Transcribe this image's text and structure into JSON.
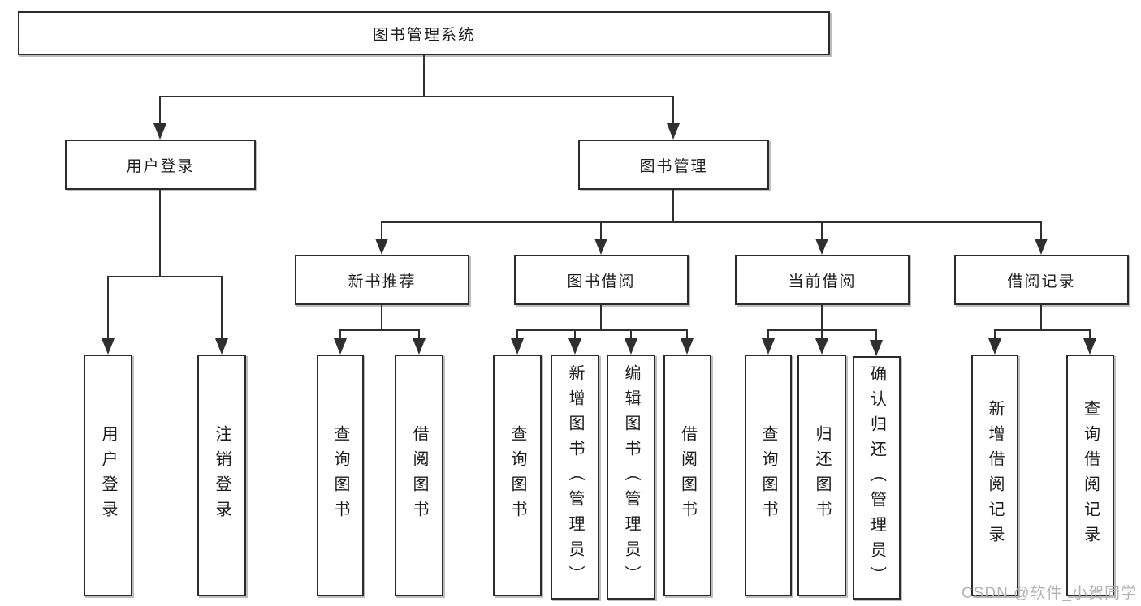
{
  "diagram": {
    "type": "hierarchy-tree",
    "nodes": {
      "root": "图书管理系统",
      "user_login": "用户登录",
      "book_management": "图书管理",
      "new_book_recommendation": "新书推荐",
      "book_borrowing": "图书借阅",
      "current_borrowing": "当前借阅",
      "borrowing_records": "借阅记录",
      "login_user_login": "用户登录",
      "login_logout": "注销登录",
      "recommend_query_books": "查询图书",
      "recommend_borrow_books": "借阅图书",
      "borrowing_query_books": "查询图书",
      "borrowing_add_books_admin": "新增图书（管理员）",
      "borrowing_edit_books_admin": "编辑图书（管理员）",
      "borrowing_borrow_books": "借阅图书",
      "current_query_books": "查询图书",
      "current_return_books": "归还图书",
      "current_confirm_return_admin": "确认归还（管理员）",
      "records_add_borrow_record": "新增借阅记录",
      "records_query_borrow_record": "查询借阅记录"
    },
    "hierarchy": {
      "图书管理系统": [
        "用户登录",
        "图书管理"
      ],
      "用户登录": [
        "用户登录",
        "注销登录"
      ],
      "图书管理": [
        "新书推荐",
        "图书借阅",
        "当前借阅",
        "借阅记录"
      ],
      "新书推荐": [
        "查询图书",
        "借阅图书"
      ],
      "图书借阅": [
        "查询图书",
        "新增图书（管理员）",
        "编辑图书（管理员）",
        "借阅图书"
      ],
      "当前借阅": [
        "查询图书",
        "归还图书",
        "确认归还（管理员）"
      ],
      "借阅记录": [
        "新增借阅记录",
        "查询借阅记录"
      ]
    },
    "colors": {
      "line": "#2f2f2f",
      "border": "#2b2b2b",
      "text": "#1c1c1c",
      "background": "#ffffff",
      "watermark": "#ababab"
    },
    "watermark": "CSDN @软件_小贺同学"
  }
}
